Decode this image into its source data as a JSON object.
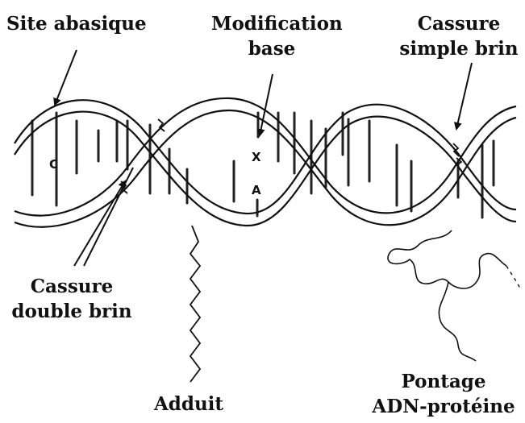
{
  "labels": {
    "site_abasique": "Site abasique",
    "modification_base": [
      "Modification",
      "base"
    ],
    "cassure_simple_brin": [
      "Cassure",
      "simple brin"
    ],
    "cassure_double_brin": [
      "Cassure",
      "double brin"
    ],
    "adduit": "Adduit",
    "pontage": [
      "Pontage",
      "ADN-protéine"
    ]
  },
  "bases": {
    "c": "C",
    "x": "X",
    "a": "A"
  }
}
